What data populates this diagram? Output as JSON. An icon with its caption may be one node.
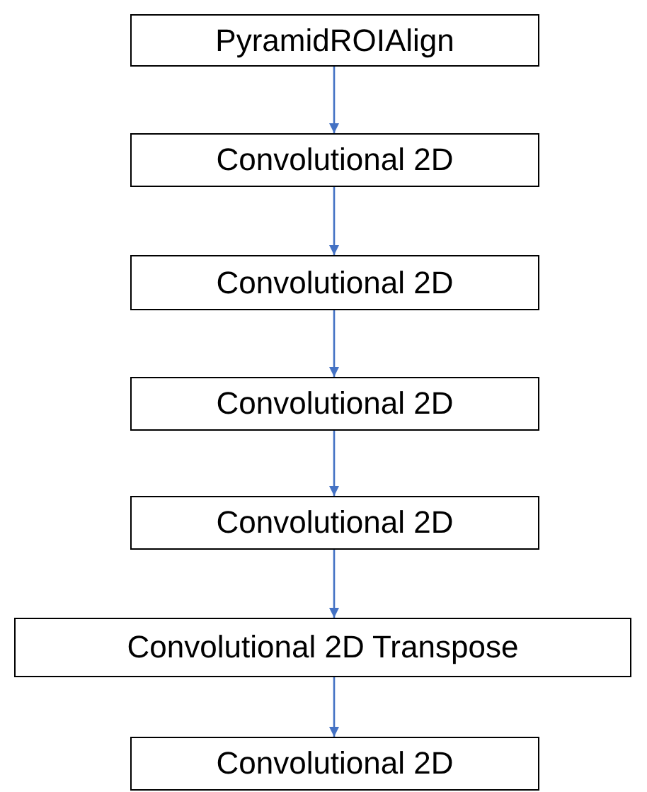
{
  "diagram": {
    "nodes": [
      {
        "text": [
          "PyramidROIAlign"
        ]
      },
      {
        "text": [
          "Convolutional 2D"
        ]
      },
      {
        "text": [
          "Convolutional 2D"
        ]
      },
      {
        "text": [
          "Convolutional 2D"
        ]
      },
      {
        "text": [
          "Convolutional 2D"
        ]
      },
      {
        "text": [
          "Convolutional 2D Transpose"
        ]
      },
      {
        "text": [
          "Convolutional 2D"
        ]
      }
    ],
    "edges": [
      {
        "from": 0,
        "to": 1,
        "arrow": "to"
      },
      {
        "from": 1,
        "to": 2,
        "arrow": "to"
      },
      {
        "from": 2,
        "to": 3,
        "arrow": "to"
      },
      {
        "from": 3,
        "to": 4,
        "arrow": "to"
      },
      {
        "from": 4,
        "to": 5,
        "arrow": "to"
      },
      {
        "from": 5,
        "to": 6,
        "arrow": "to"
      }
    ]
  }
}
